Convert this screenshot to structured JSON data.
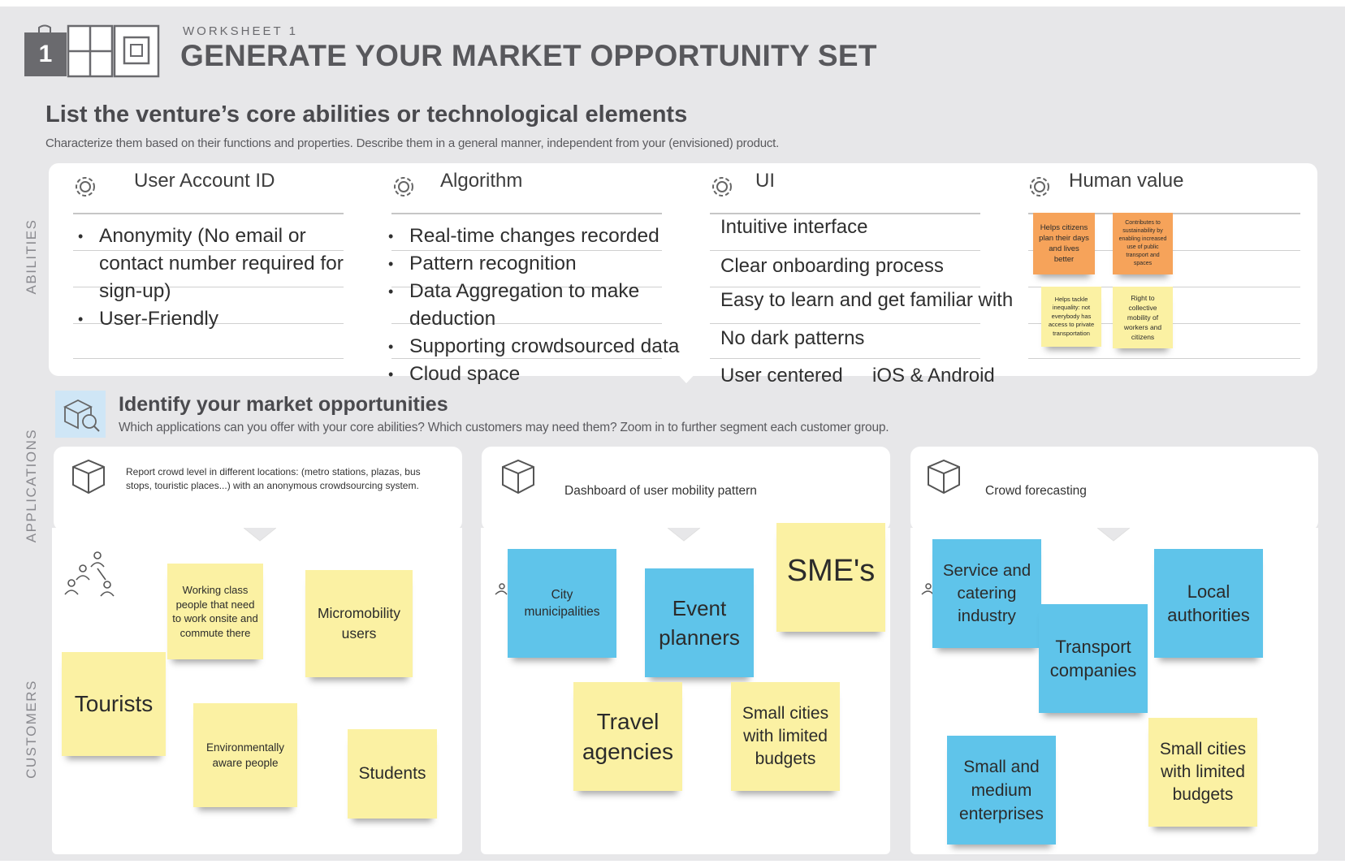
{
  "header": {
    "number": "1",
    "kicker": "WORKSHEET 1",
    "title": "GENERATE YOUR MARKET OPPORTUNITY SET"
  },
  "section1": {
    "title": "List the venture’s core abilities or technological elements",
    "subtitle": "Characterize them based on their functions and properties. Describe them in a general manner, independent from your (envisioned) product."
  },
  "side_labels": {
    "abilities": "ABILITIES",
    "applications": "APPLICATIONS",
    "customers": "CUSTOMERS"
  },
  "abilities": [
    {
      "title": "User Account ID",
      "items": [
        "Anonymity (No email or contact number required for sign-up)",
        "User-Friendly"
      ]
    },
    {
      "title": "Algorithm",
      "items": [
        "Real-time changes recorded",
        "Pattern recognition",
        "Data Aggregation to make deduction",
        "Supporting crowdsourced data",
        "Cloud space"
      ]
    },
    {
      "title": "UI",
      "items": [
        "Intuitive interface",
        "Clear onboarding process",
        "Easy to learn and get familiar with",
        "No dark patterns",
        "User centered",
        "iOS & Android"
      ]
    },
    {
      "title": "Human value",
      "notes": [
        "Helps citizens plan their days and lives better",
        "Contributes to sustainability by enabling increased use of public transport and spaces",
        "Helps tackle inequality: not everybody has access to private transportation",
        "Right to collective mobility of workers and citizens"
      ]
    }
  ],
  "section2": {
    "title": "Identify your market opportunities",
    "subtitle": "Which applications can you offer with your core abilities?  Which customers may need them?  Zoom in to further segment each customer group."
  },
  "applications": [
    "Report crowd level in different locations: (metro stations, plazas, bus stops, touristic places...) with an anonymous crowdsourcing system.",
    "Dashboard of user mobility pattern",
    "Crowd forecasting"
  ],
  "customers": {
    "col1": [
      "Working class people that need to work onsite and commute there",
      "Micromobility users",
      "Tourists",
      "Environmentally aware people",
      "Students"
    ],
    "col2": [
      "City municipalities",
      "Event planners",
      "SME's",
      "Travel agencies",
      "Small cities with limited budgets"
    ],
    "col3": [
      "Service and catering industry",
      "Local authorities",
      "Transport companies",
      "Small and medium enterprises",
      "Small cities with limited budgets"
    ]
  },
  "colors": {
    "yellow_note": "#fbf1a3",
    "blue_note": "#5fc4ea",
    "orange_note": "#f6a35a",
    "background": "#e7e7e9",
    "panel": "#ffffff"
  },
  "icons": [
    "worksheet-grid-icon",
    "gear-icon",
    "search-box-icon",
    "box-icon",
    "people-network-icon"
  ]
}
